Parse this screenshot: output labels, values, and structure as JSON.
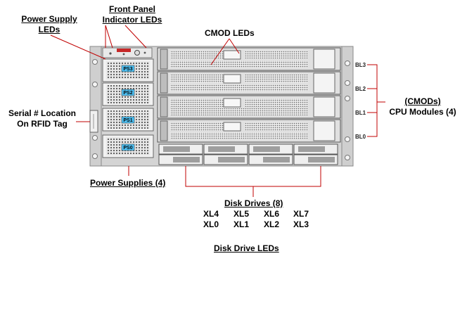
{
  "labels": {
    "power_supply_leds": "Power Supply LEDs",
    "front_panel_leds": "Front Panel Indicator LEDs",
    "cmod_leds": "CMOD LEDs",
    "serial_location": "Serial # Location On RFID Tag",
    "power_supplies": "Power Supplies (4)",
    "cmods_line1": "(CMODs)",
    "cmods_line2": "CPU Modules (4)",
    "disk_drives": "Disk Drives (8)",
    "disk_drive_leds": "Disk Drive LEDs"
  },
  "psu_labels": [
    "PS3",
    "PS2",
    "PS1",
    "PS0"
  ],
  "cmod_labels": [
    "BL3",
    "BL2",
    "BL1",
    "BL0"
  ],
  "drive_labels_top": [
    "XL4",
    "XL5",
    "XL6",
    "XL7"
  ],
  "drive_labels_bottom": [
    "XL0",
    "XL1",
    "XL2",
    "XL3"
  ],
  "colors": {
    "psu_label_bg": "#4fc3f7",
    "leader_line": "#c00000",
    "bracket_line": "#c00000",
    "chassis": "#d4d4d4"
  }
}
